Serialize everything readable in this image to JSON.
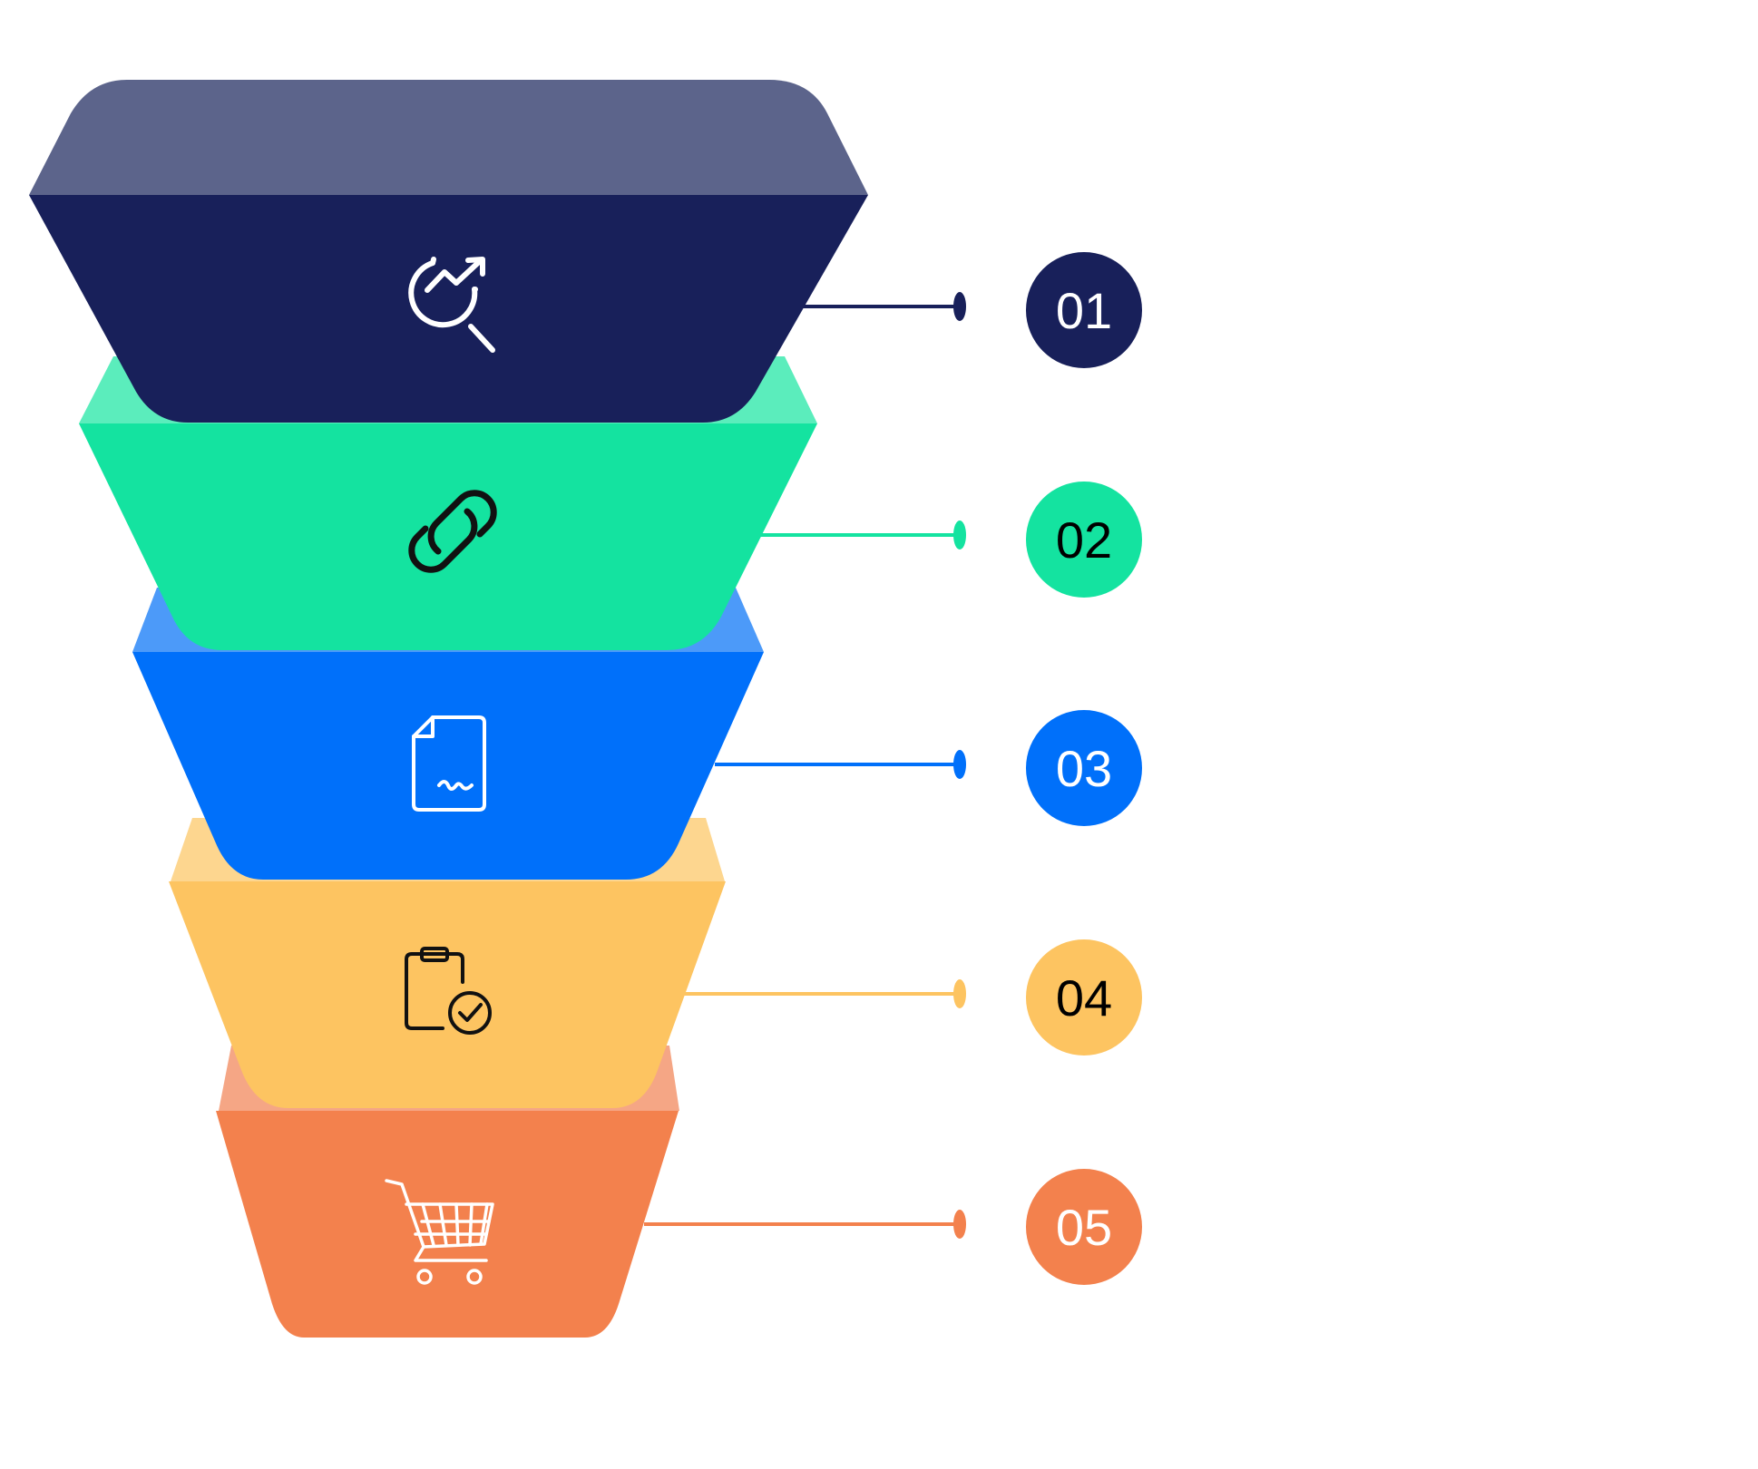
{
  "stages": [
    {
      "number": "01",
      "icon": "analytics-search-icon",
      "color": "#18205A",
      "top_color": "#5C648B",
      "number_color": "#FFFFFF",
      "icon_color": "#FFFFFF"
    },
    {
      "number": "02",
      "icon": "link-icon",
      "color": "#14E3A0",
      "top_color": "#5BEDBC",
      "number_color": "#000000",
      "icon_color": "#111111"
    },
    {
      "number": "03",
      "icon": "signed-document-icon",
      "color": "#0070FA",
      "top_color": "#4C9AF9",
      "number_color": "#FFFFFF",
      "icon_color": "#FFFFFF"
    },
    {
      "number": "04",
      "icon": "clipboard-check-icon",
      "color": "#FDC461",
      "top_color": "#FDD68F",
      "number_color": "#000000",
      "icon_color": "#111111"
    },
    {
      "number": "05",
      "icon": "shopping-cart-icon",
      "color": "#F3814D",
      "top_color": "#F5A685",
      "number_color": "#FFFFFF",
      "icon_color": "#FFFFFF"
    }
  ]
}
